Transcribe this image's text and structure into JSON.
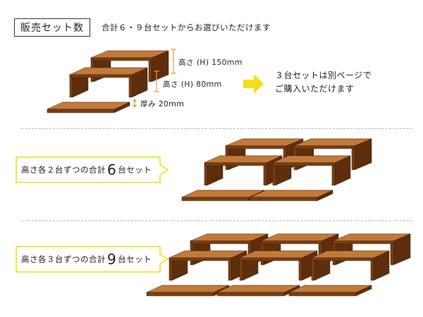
{
  "header": {
    "title": "販売セット数",
    "subtitle": "合計６・９台セットからお選びいただけます"
  },
  "dimensions": {
    "tall_height": "高さ (H) 150ｍｍ",
    "short_height": "高さ (H) 80ｍｍ",
    "thickness": "厚み 20ｍｍ"
  },
  "note": {
    "line1": "３台セットは別ページで",
    "line2": "ご購入いただけます"
  },
  "sets": [
    {
      "prefix": "高さ各２台ずつの合計",
      "count": "6",
      "suffix": "台セット"
    },
    {
      "prefix": "高さ各３台ずつの合計",
      "count": "9",
      "suffix": "台セット"
    }
  ],
  "colors": {
    "wood_front": "#7a3f14",
    "wood_top": "#c27a3a",
    "wood_side": "#5e2e0c",
    "accent_orange": "#e89a3c",
    "callout_yellow": "#f4df17",
    "arrow_yellow": "#f4df17"
  },
  "icons": {
    "thickness_marker": "double-arrow-icon",
    "next_arrow": "right-arrow-icon"
  }
}
